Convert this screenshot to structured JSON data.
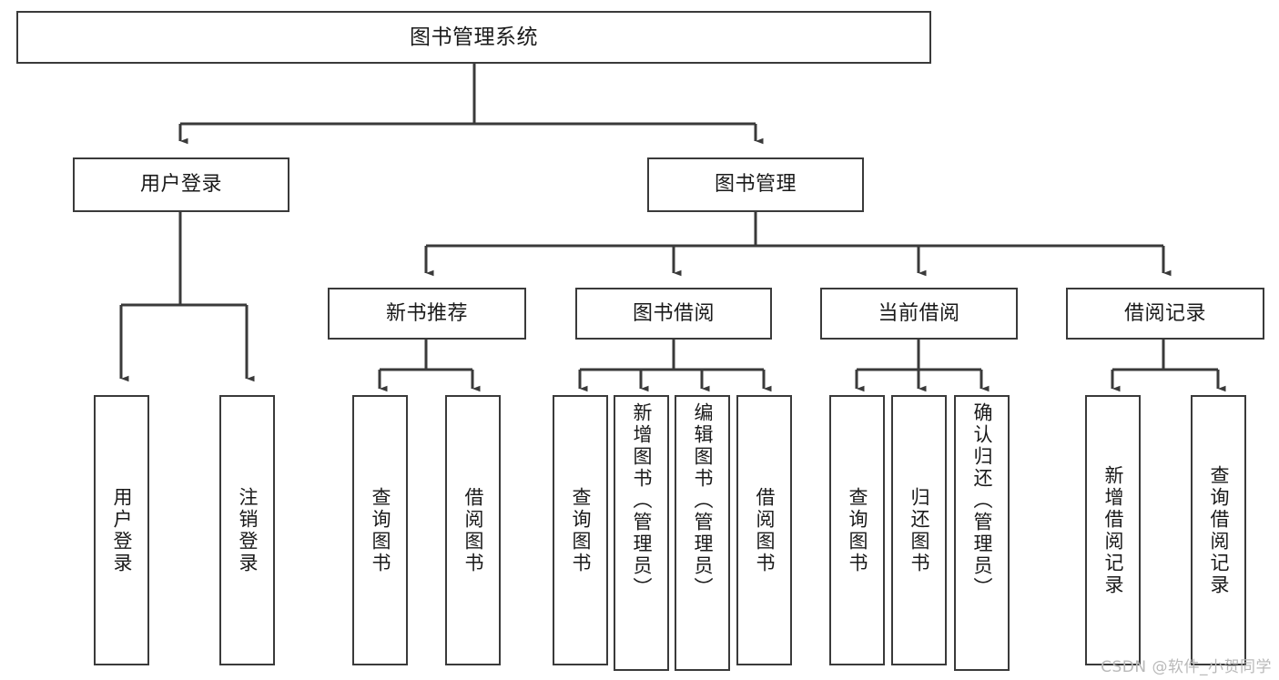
{
  "diagram": {
    "type": "tree-hierarchy",
    "title": "图书管理系统",
    "watermark": "CSDN @软件_小贺同学",
    "colors": {
      "stroke": "#3a3a3a",
      "fill": "#ffffff",
      "text": "#1a1a1a",
      "watermark": "#b9b9b9"
    },
    "root": {
      "label": "图书管理系统"
    },
    "level1": [
      {
        "label": "用户登录"
      },
      {
        "label": "图书管理"
      }
    ],
    "level2": [
      {
        "label": "新书推荐"
      },
      {
        "label": "图书借阅"
      },
      {
        "label": "当前借阅"
      },
      {
        "label": "借阅记录"
      }
    ],
    "leaves": {
      "user_login": [
        {
          "label": "用户登录"
        },
        {
          "label": "注销登录"
        }
      ],
      "new_book_recommend": [
        {
          "label": "查询图书"
        },
        {
          "label": "借阅图书"
        }
      ],
      "book_borrow": [
        {
          "label": "查询图书"
        },
        {
          "label": "新增图书（管理员）"
        },
        {
          "label": "编辑图书（管理员）"
        },
        {
          "label": "借阅图书"
        }
      ],
      "current_borrow": [
        {
          "label": "查询图书"
        },
        {
          "label": "归还图书"
        },
        {
          "label": "确认归还（管理员）"
        }
      ],
      "borrow_record": [
        {
          "label": "新增借阅记录"
        },
        {
          "label": "查询借阅记录"
        }
      ]
    }
  }
}
